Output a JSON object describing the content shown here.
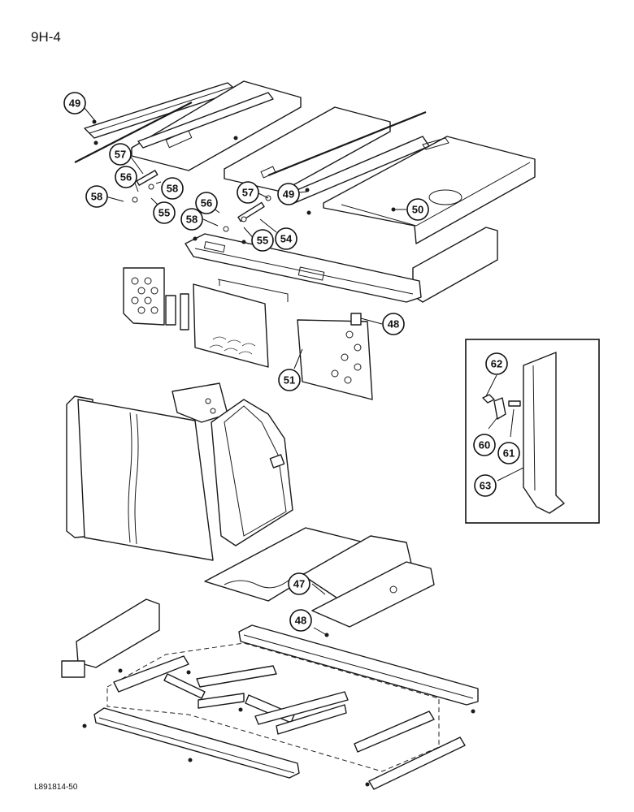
{
  "page": {
    "title": "9H-4",
    "doc_ref": "L891814-50"
  },
  "callouts": [
    {
      "id": "c49a",
      "label": "49"
    },
    {
      "id": "c57a",
      "label": "57"
    },
    {
      "id": "c56a",
      "label": "56"
    },
    {
      "id": "c58a",
      "label": "58"
    },
    {
      "id": "c58b",
      "label": "58"
    },
    {
      "id": "c55a",
      "label": "55"
    },
    {
      "id": "c56b",
      "label": "56"
    },
    {
      "id": "c58c",
      "label": "58"
    },
    {
      "id": "c55b",
      "label": "55"
    },
    {
      "id": "c54",
      "label": "54"
    },
    {
      "id": "c57b",
      "label": "57"
    },
    {
      "id": "c49b",
      "label": "49"
    },
    {
      "id": "c50",
      "label": "50"
    },
    {
      "id": "c48a",
      "label": "48"
    },
    {
      "id": "c51",
      "label": "51"
    },
    {
      "id": "c47",
      "label": "47"
    },
    {
      "id": "c48b",
      "label": "48"
    },
    {
      "id": "c62",
      "label": "62"
    },
    {
      "id": "c60",
      "label": "60"
    },
    {
      "id": "c61",
      "label": "61"
    },
    {
      "id": "c63",
      "label": "63"
    }
  ]
}
